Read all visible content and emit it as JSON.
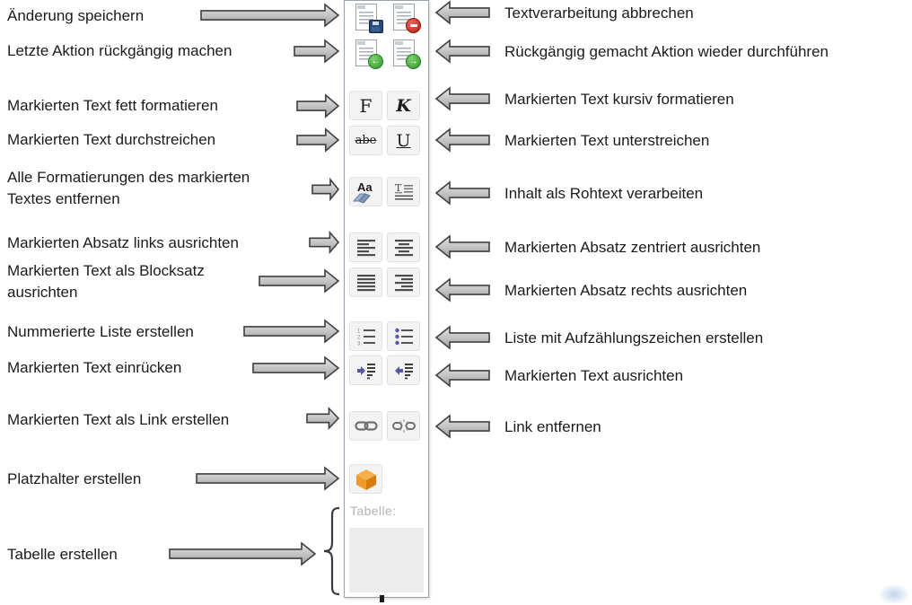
{
  "left_labels": [
    "Änderung speichern",
    "Letzte Aktion rückgängig machen",
    "Markierten Text fett formatieren",
    "Markierten Text durchstreichen",
    "Alle Formatierungen des markierten Textes entfernen",
    "Markierten Absatz links ausrichten",
    "Markierten Text als Blocksatz ausrichten",
    "Nummerierte Liste erstellen",
    "Markierten Text einrücken",
    "Markierten Text als Link erstellen",
    "Platzhalter erstellen",
    "Tabelle erstellen"
  ],
  "right_labels": [
    "Textverarbeitung abbrechen",
    "Rückgängig gemacht Aktion wieder durchführen",
    "Markierten Text kursiv formatieren",
    "Markierten Text unterstreichen",
    "Inhalt als Rohtext verarbeiten",
    "Markierten Absatz zentriert ausrichten",
    "Markierten Absatz rechts ausrichten",
    "Liste mit Aufzählungszeichen erstellen",
    "Markierten Text ausrichten",
    "Link entfernen"
  ],
  "toolbar": {
    "bold_glyph": "F",
    "italic_glyph": "K",
    "strike_glyph": "abe",
    "underline_glyph": "U",
    "clear_format_glyph": "Aa",
    "raw_text_glyph": "T",
    "numbered_list_digits": [
      "1",
      "2",
      "3"
    ],
    "table_label": "Tabelle:"
  },
  "colors": {
    "arrow_fill_top": "#e6e6e6",
    "arrow_fill_bottom": "#a2a2a2",
    "arrow_stroke": "#3f3f3f",
    "toolbar_border": "#98a2ac",
    "placeholder_orange": "#ef9a2d",
    "list_accent_blue": "#5558a6",
    "undo_green": "#2f9a28",
    "cancel_red": "#b71d10",
    "save_navy": "#27497c"
  }
}
